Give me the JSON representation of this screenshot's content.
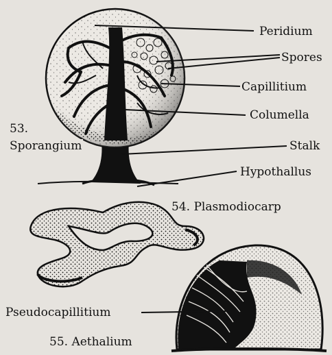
{
  "labels": {
    "peridium": "Peridium",
    "spores": "Spores",
    "capillitium": "Capillitium",
    "columella": "Columella",
    "stalk": "Stalk",
    "hypothallus": "Hypothallus",
    "fig53_number": "53.",
    "fig53_name": "Sporangium",
    "fig54": "54. Plasmodiocarp",
    "pseudocapillitium": "Pseudocapillitium",
    "fig55": "55. Aethalium"
  },
  "colors": {
    "paper": "#e6e3de",
    "ink": "#111111"
  }
}
